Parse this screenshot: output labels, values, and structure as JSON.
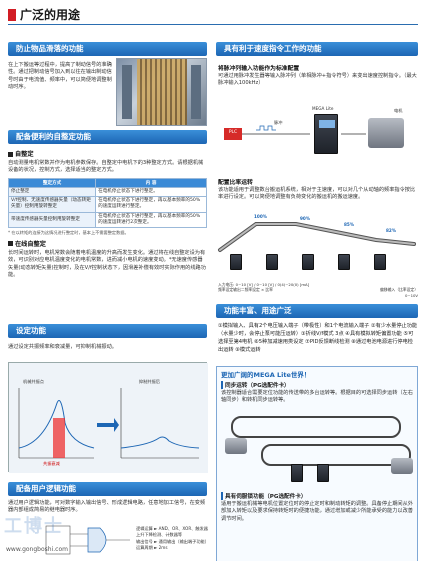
{
  "page": {
    "title": "广泛的用途"
  },
  "left": {
    "s1": {
      "title": "防止物品滑落的功能",
      "text": "在上下搬运等过程中，提高了制动信号的准确性。通过把制动信号加入到以往在输出制动信号时由于电流值、频率中，可以简便地调整制动时序。"
    },
    "s2": {
      "title": "配备便利的自整定功能",
      "sub1": "自整定",
      "text1": "自动测量电机常数并作为电机参数保存。自整定中电机下的3种整定方式。请根据机械设备的状况，控制方式，选择适当的整定方式。",
      "table": {
        "headers": [
          "整定方式",
          "内 容"
        ],
        "rows": [
          [
            "停止整定",
            "在电机停止状态下进行整定。"
          ],
          [
            "V/f控制、无速度传感器矢量（动态转矩矢量）控制用旋转整定",
            "在电机停止状态下进行整定，再以基本频率的50%的速度运转进行整定。"
          ],
          [
            "带速度传感器矢量控制用旋转整定",
            "在电机停止状态下进行整定，再以基本频率的50%的速度运转进行2次整定。"
          ]
        ],
        "note": "* 在以转矩的连接为这情况进行整定时，基本上不需要整定数据。"
      },
      "sub2": "在线自整定",
      "text2": "长时间运转时，电机常数会随着电机温度的升高而发生变化。通过将在线自整定设为有效，可识别对应电机温度变化的电机常数，进而减小电机的速度变动。*无速度传感器矢量(动态转矩矢量)控制时，及在V/f控制状态下，因滑差补偿有效时实际作用的线路功能。"
    },
    "s3": {
      "title": "设定功能",
      "text": "通过设定共振频率和衰减量，可抑制机械振动。",
      "labels": {
        "before": "机械共振点",
        "after": "抑制共振后",
        "band": "共振衰减"
      }
    },
    "s4": {
      "title": "配备用户逻辑功能",
      "text": "通过用户逻辑功能，可对数字输入输出信号、形成逻辑电路，任意地加工信号，在变频器内部组成简易的继电器时序。",
      "items": [
        "逻辑运算 ► AND、OR、XOR、触发器",
        "上升下降检测、计数器等",
        "输出信号 ► 通用输出（输出端子功能）",
        "运算周期 ► 2ms"
      ]
    }
  },
  "right": {
    "s1": {
      "title": "具有利于速度指令工作的功能",
      "sub1": "将脉冲列输入功能作为标准配置",
      "text1": "可通过用脉冲发生器等输入脉冲列（单相脉冲+指令符号）来变出速度控制指令。（最大脉冲输入100kHz）",
      "labels": {
        "plc": "PLC",
        "pulse": "脉冲",
        "inverter": "MEGA Lite",
        "motor": "电机"
      },
      "sub2": "配置比率运转",
      "text2": "该功能适用于调整数台搬运机系统，相对于主速度，可以对几个从动轴的频率指令按比率进行设定。可以简便地调整有负荷变化的搬运机的搬运速度。",
      "ratios": [
        "100%",
        "90%",
        "85%",
        "82%"
      ],
      "axis1": "入力电压: 0~10 [V] / 0~10 [V] / 0(4)~20(0) [mA]",
      "axis2": "频率设定输出＝频率设定 × 比率",
      "axis3": "偏移输入（比率设定）",
      "axis4": "0~10V"
    },
    "s2": {
      "title": "功能丰富、用途广泛",
      "items": "①模拟输入、具有2个电压输入端子（带极性）和1个电流输入端子 ②有少水量停止功能（水量少时，会停止泵可能压运转）③折线V/f模式 3点 ④具有模拟转矩偏置功能 ⑤可选择至第4电机 ⑥5种加减速用类设定 ⑦PID反馈断线检测 ⑧通过电池电源进行停电检出运转 ⑨模式运转"
    },
    "s3": {
      "title": "更加广阔的MEGA Lite世界！",
      "sub1": "同步运转（PG选配件卡）",
      "text1": "该控制器适合需要定位功能的传送带的多台运转等。根据目的可选择同步运转（左右轴同步）和转机同步运转等。",
      "sub2": "具有伺服锁功能（PG选配件卡）",
      "text2": "适用于搬运机械等电机位置定位时的停止定时和制动转矩的调整。具备停止期间从外部加入转矩以及要求保持转矩时的便捷功能，通过增加或减少所能承受的能力以改善调节时间。"
    }
  },
  "watermark": {
    "brand": "工博士",
    "url": "www.gongboshi.com"
  }
}
